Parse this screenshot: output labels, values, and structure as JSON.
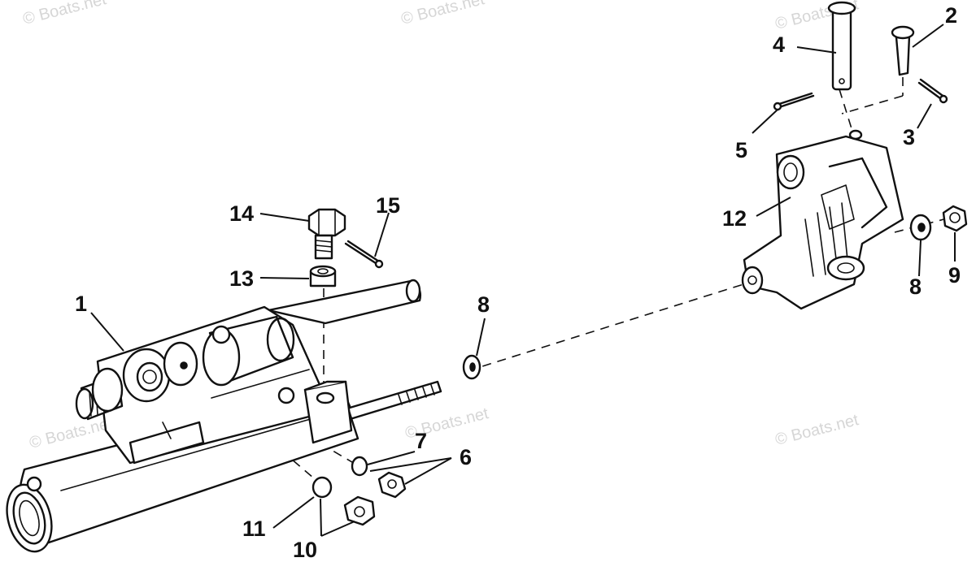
{
  "watermarks": [
    "© Boats.net",
    "© Boats.net",
    "© Boats.net",
    "© Boats.net",
    "© Boats.net",
    "© Boats.net"
  ],
  "callouts": [
    "1",
    "2",
    "3",
    "4",
    "5",
    "6",
    "7",
    "8",
    "8",
    "9",
    "10",
    "11",
    "12",
    "13",
    "14",
    "15"
  ]
}
